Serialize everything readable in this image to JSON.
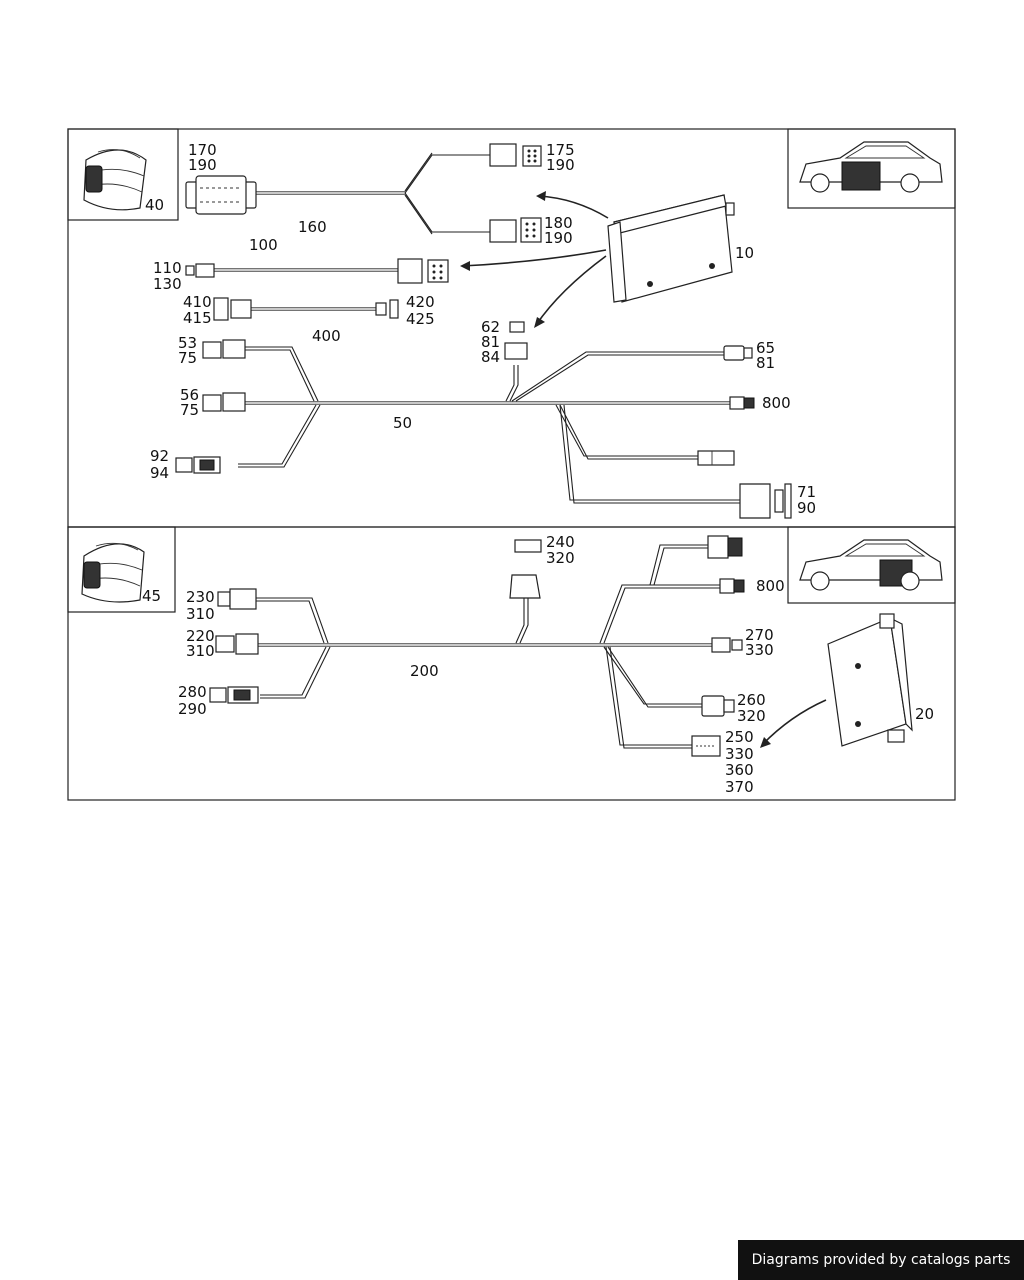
{
  "labels": {
    "l10": "10",
    "l20": "20",
    "l40": "40",
    "l45": "45",
    "l50": "50",
    "l53": "53",
    "l56": "56",
    "l62": "62",
    "l65": "65",
    "l71": "71",
    "l75a": "75",
    "l75b": "75",
    "l81a": "81",
    "l81b": "81",
    "l84": "84",
    "l90": "90",
    "l92": "92",
    "l94": "94",
    "l100": "100",
    "l110": "110",
    "l130": "130",
    "l160": "160",
    "l170": "170",
    "l175": "175",
    "l180": "180",
    "l190a": "190",
    "l190b": "190",
    "l190c": "190",
    "l200": "200",
    "l220": "220",
    "l230": "230",
    "l240": "240",
    "l250": "250",
    "l260": "260",
    "l270": "270",
    "l280": "280",
    "l290": "290",
    "l310a": "310",
    "l310b": "310",
    "l320a": "320",
    "l320b": "320",
    "l330a": "330",
    "l330b": "330",
    "l360": "360",
    "l370": "370",
    "l400": "400",
    "l410": "410",
    "l415": "415",
    "l420": "420",
    "l425": "425",
    "l800a": "800",
    "l800b": "800"
  },
  "footer": {
    "text": "Diagrams provided by catalogs parts"
  },
  "colors": {
    "line": "#222222",
    "footer_bg": "#111111",
    "footer_text": "#ffffff"
  }
}
